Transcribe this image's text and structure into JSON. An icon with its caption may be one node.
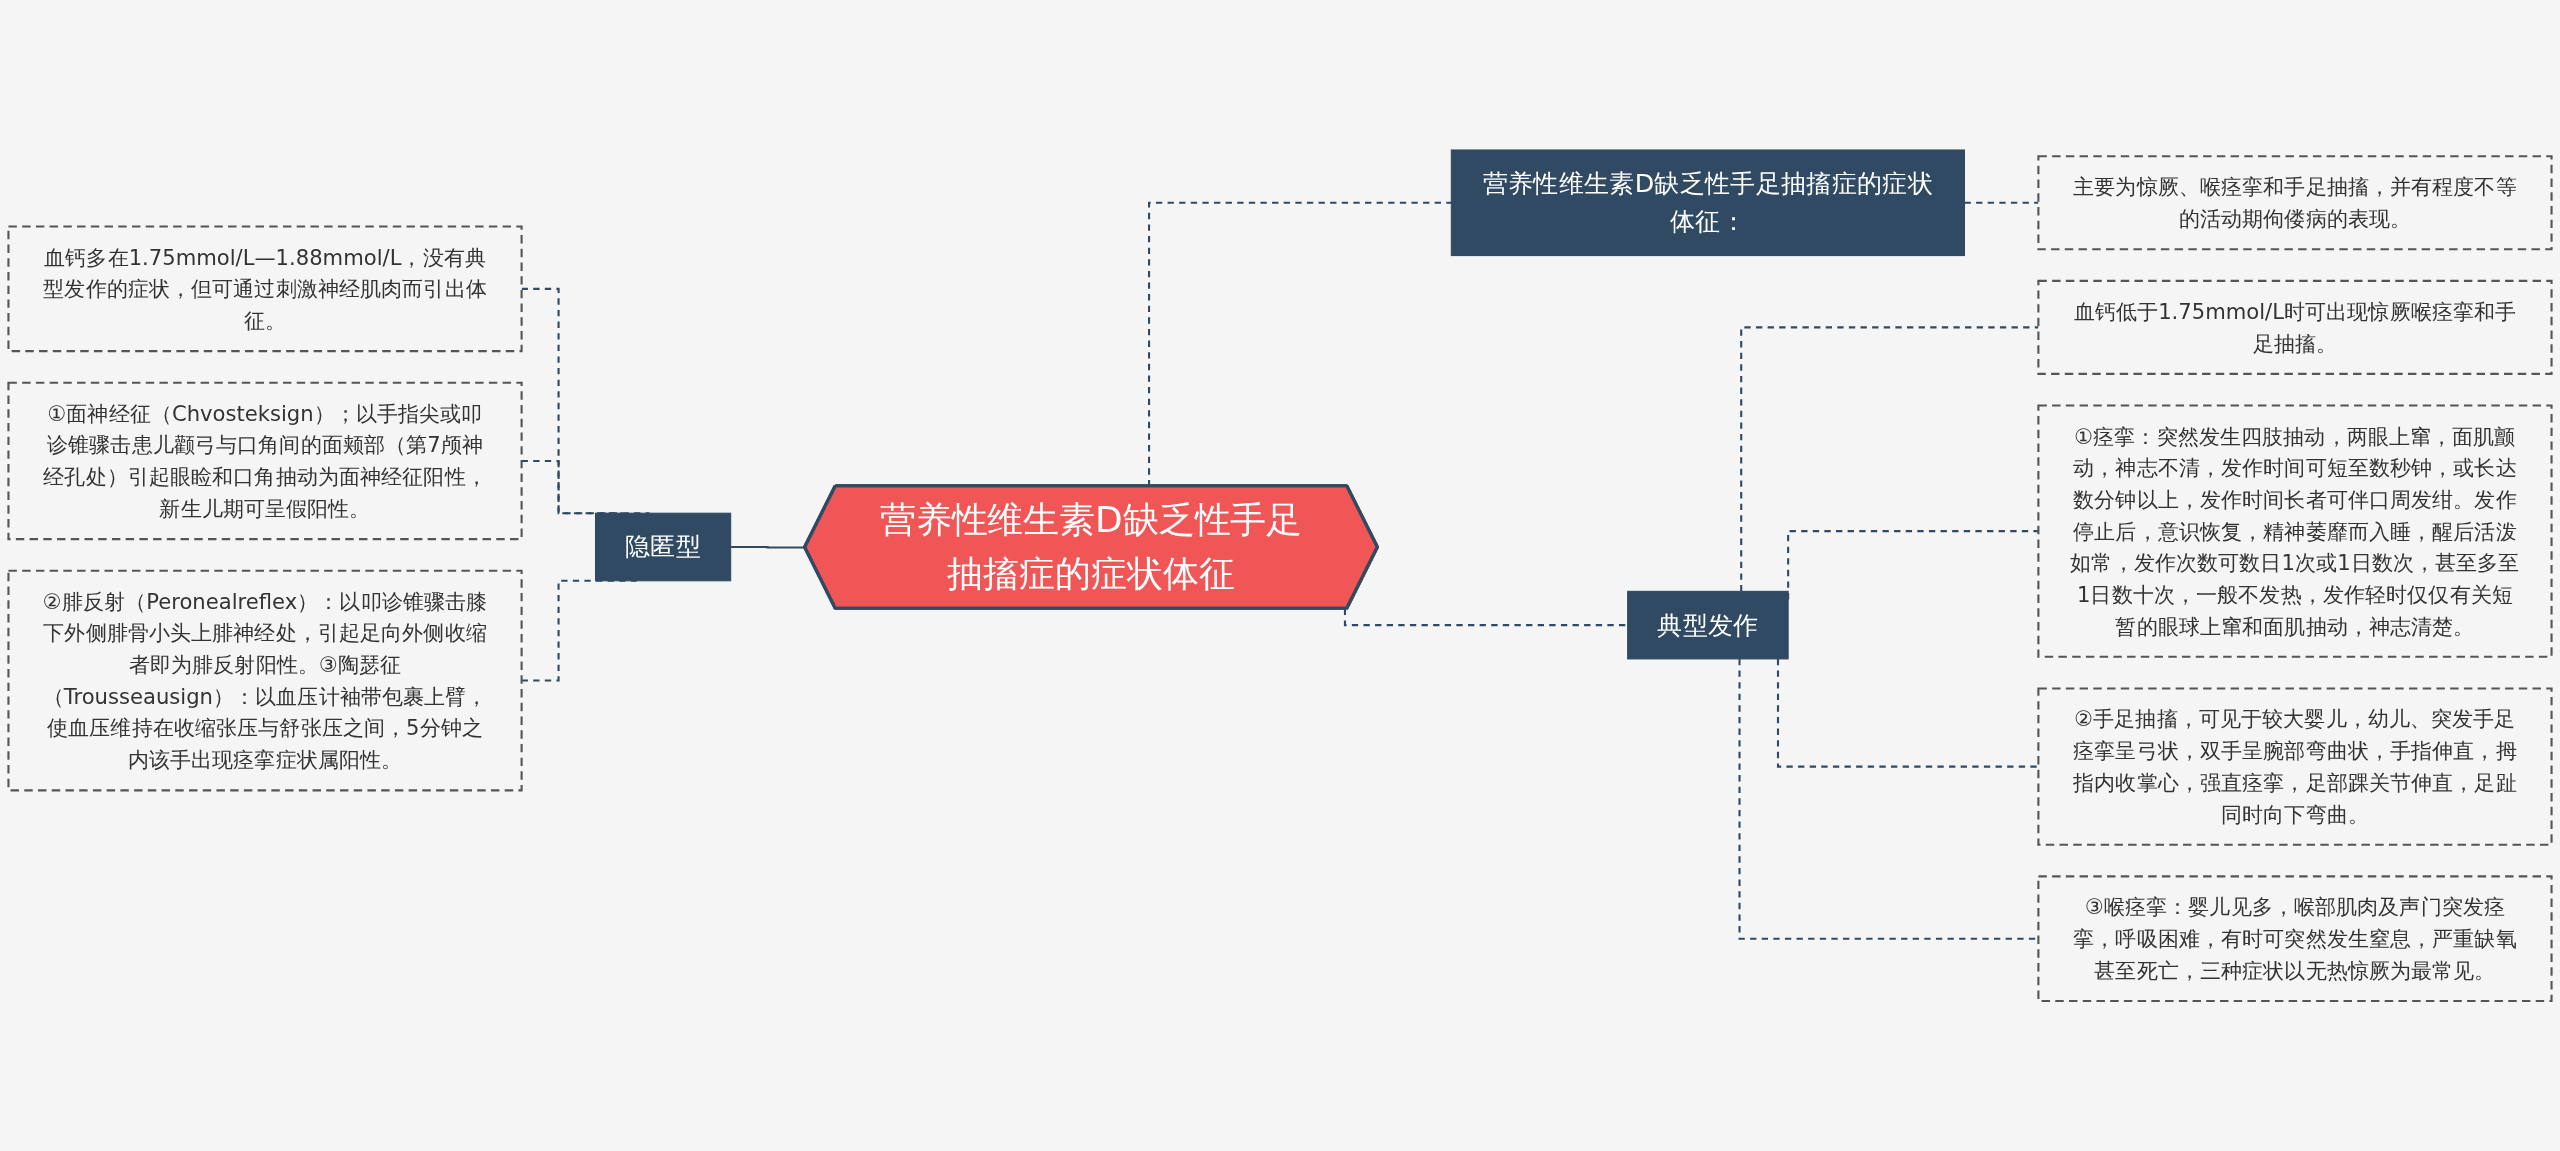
{
  "diagram": {
    "nodes": [
      {
        "text": [
          "营养性维生素D缺乏性手足抽搐症的症状体征"
        ]
      },
      {
        "text": [
          "隐匿型"
        ]
      },
      {
        "text": [
          "血钙多在1.75mmol/L—1.88mmol/L，没有典型发作的症状，但可通过刺激神经肌肉而引出体征。"
        ]
      },
      {
        "text": [
          "①面神经征（Chvosteksign）；以手指尖或叩诊锥骤击患儿颧弓与口角间的面颊部（第7颅神经孔处）引起眼睑和口角抽动为面神经征阳性，新生儿期可呈假阳性。"
        ]
      },
      {
        "text": [
          "②腓反射（Peronealreflex）：以叩诊锥骤击膝下外侧腓骨小头上腓神经处，引起足向外侧收缩者即为腓反射阳性。③陶瑟征（Trousseausign）：以血压计袖带包裹上臂，使血压维持在收缩张压与舒张压之间，5分钟之内该手出现痉挛症状属阳性。"
        ]
      },
      {
        "text": [
          "营养性维生素D缺乏性手足抽搐症的症状体征："
        ]
      },
      {
        "text": [
          "主要为惊厥、喉痉挛和手足抽搐，并有程度不等的活动期佝偻病的表现。"
        ]
      },
      {
        "text": [
          "典型发作"
        ]
      },
      {
        "text": [
          "血钙低于1.75mmol/L时可出现惊厥喉痉挛和手足抽搐。"
        ]
      },
      {
        "text": [
          "①痉挛：突然发生四肢抽动，两眼上窜，面肌颤动，神志不清，发作时间可短至数秒钟，或长达数分钟以上，发作时间长者可伴口周发绀。发作停止后，意识恢复，精神萎靡而入睡，醒后活泼如常，发作次数可数日1次或1日数次，甚至多至1日数十次，一般不发热，发作轻时仅仅有关短暂的眼球上窜和面肌抽动，神志清楚。"
        ]
      },
      {
        "text": [
          "②手足抽搐，可见于较大婴儿，幼儿、突发手足痉挛呈弓状，双手呈腕部弯曲状，手指伸直，拇指内收掌心，强直痉挛，足部踝关节伸直，足趾同时向下弯曲。"
        ]
      },
      {
        "text": [
          "③喉痉挛：婴儿见多，喉部肌肉及声门突发痉挛，呼吸困难，有时可突然发生窒息，严重缺氧甚至死亡，三种症状以无热惊厥为最常见。"
        ]
      }
    ],
    "edges": [
      {
        "from": 1,
        "to": 0,
        "arrow": "none"
      },
      {
        "from": 2,
        "to": 1,
        "arrow": "none",
        "style": "dashed"
      },
      {
        "from": 3,
        "to": 1,
        "arrow": "none",
        "style": "dashed"
      },
      {
        "from": 4,
        "to": 1,
        "arrow": "none",
        "style": "dashed"
      },
      {
        "from": 0,
        "to": 5,
        "arrow": "none",
        "style": "dashed"
      },
      {
        "from": 5,
        "to": 6,
        "arrow": "none",
        "style": "dashed"
      },
      {
        "from": 0,
        "to": 7,
        "arrow": "none",
        "style": "dashed"
      },
      {
        "from": 7,
        "to": 8,
        "arrow": "none",
        "style": "dashed"
      },
      {
        "from": 7,
        "to": 9,
        "arrow": "none",
        "style": "dashed"
      },
      {
        "from": 7,
        "to": 10,
        "arrow": "none",
        "style": "dashed"
      },
      {
        "from": 7,
        "to": 11,
        "arrow": "none",
        "style": "dashed"
      }
    ]
  }
}
